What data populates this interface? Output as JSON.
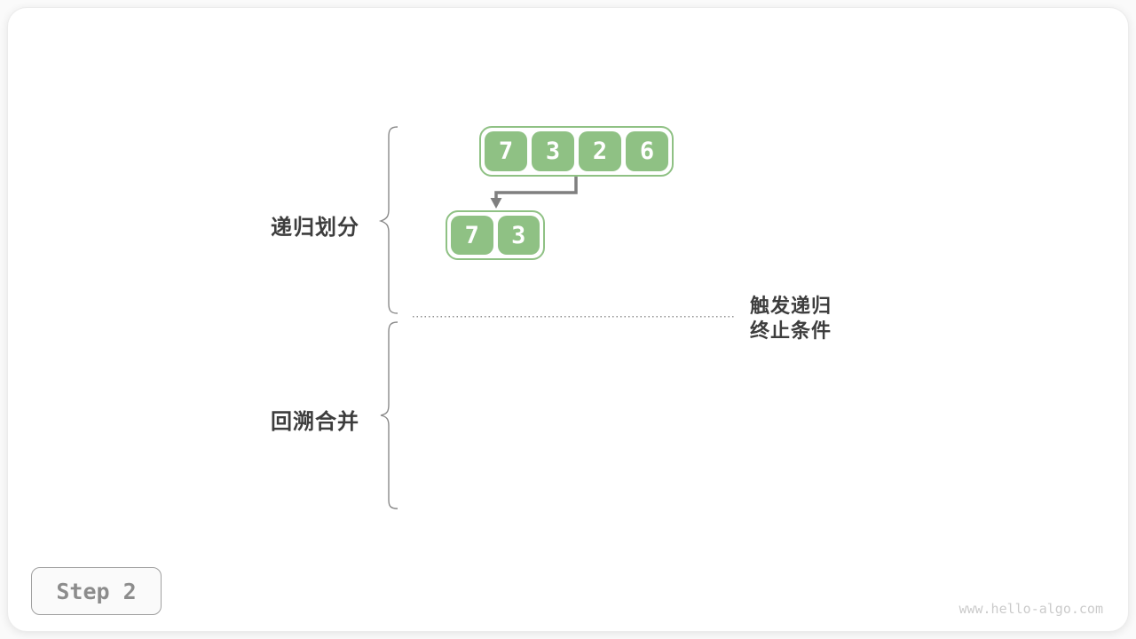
{
  "figure": {
    "step_label": "Step 2",
    "watermark": "www.hello-algo.com",
    "phase_labels": {
      "divide": "递归划分",
      "merge": "回溯合并"
    },
    "annotation": {
      "line1": "触发递归",
      "line2": "终止条件"
    },
    "arrays": {
      "level1": {
        "values": [
          "7",
          "3",
          "2",
          "6"
        ]
      },
      "level2": {
        "values": [
          "7",
          "3"
        ]
      }
    },
    "colors": {
      "cell_green": "#8FC184",
      "arrow_gray": "#7F7F7F",
      "brace_gray": "#8A8A8A",
      "label_dark": "#3D3D3D",
      "step_text_gray": "#8C8C8C",
      "watermark_gray": "#CBCBCB"
    }
  }
}
